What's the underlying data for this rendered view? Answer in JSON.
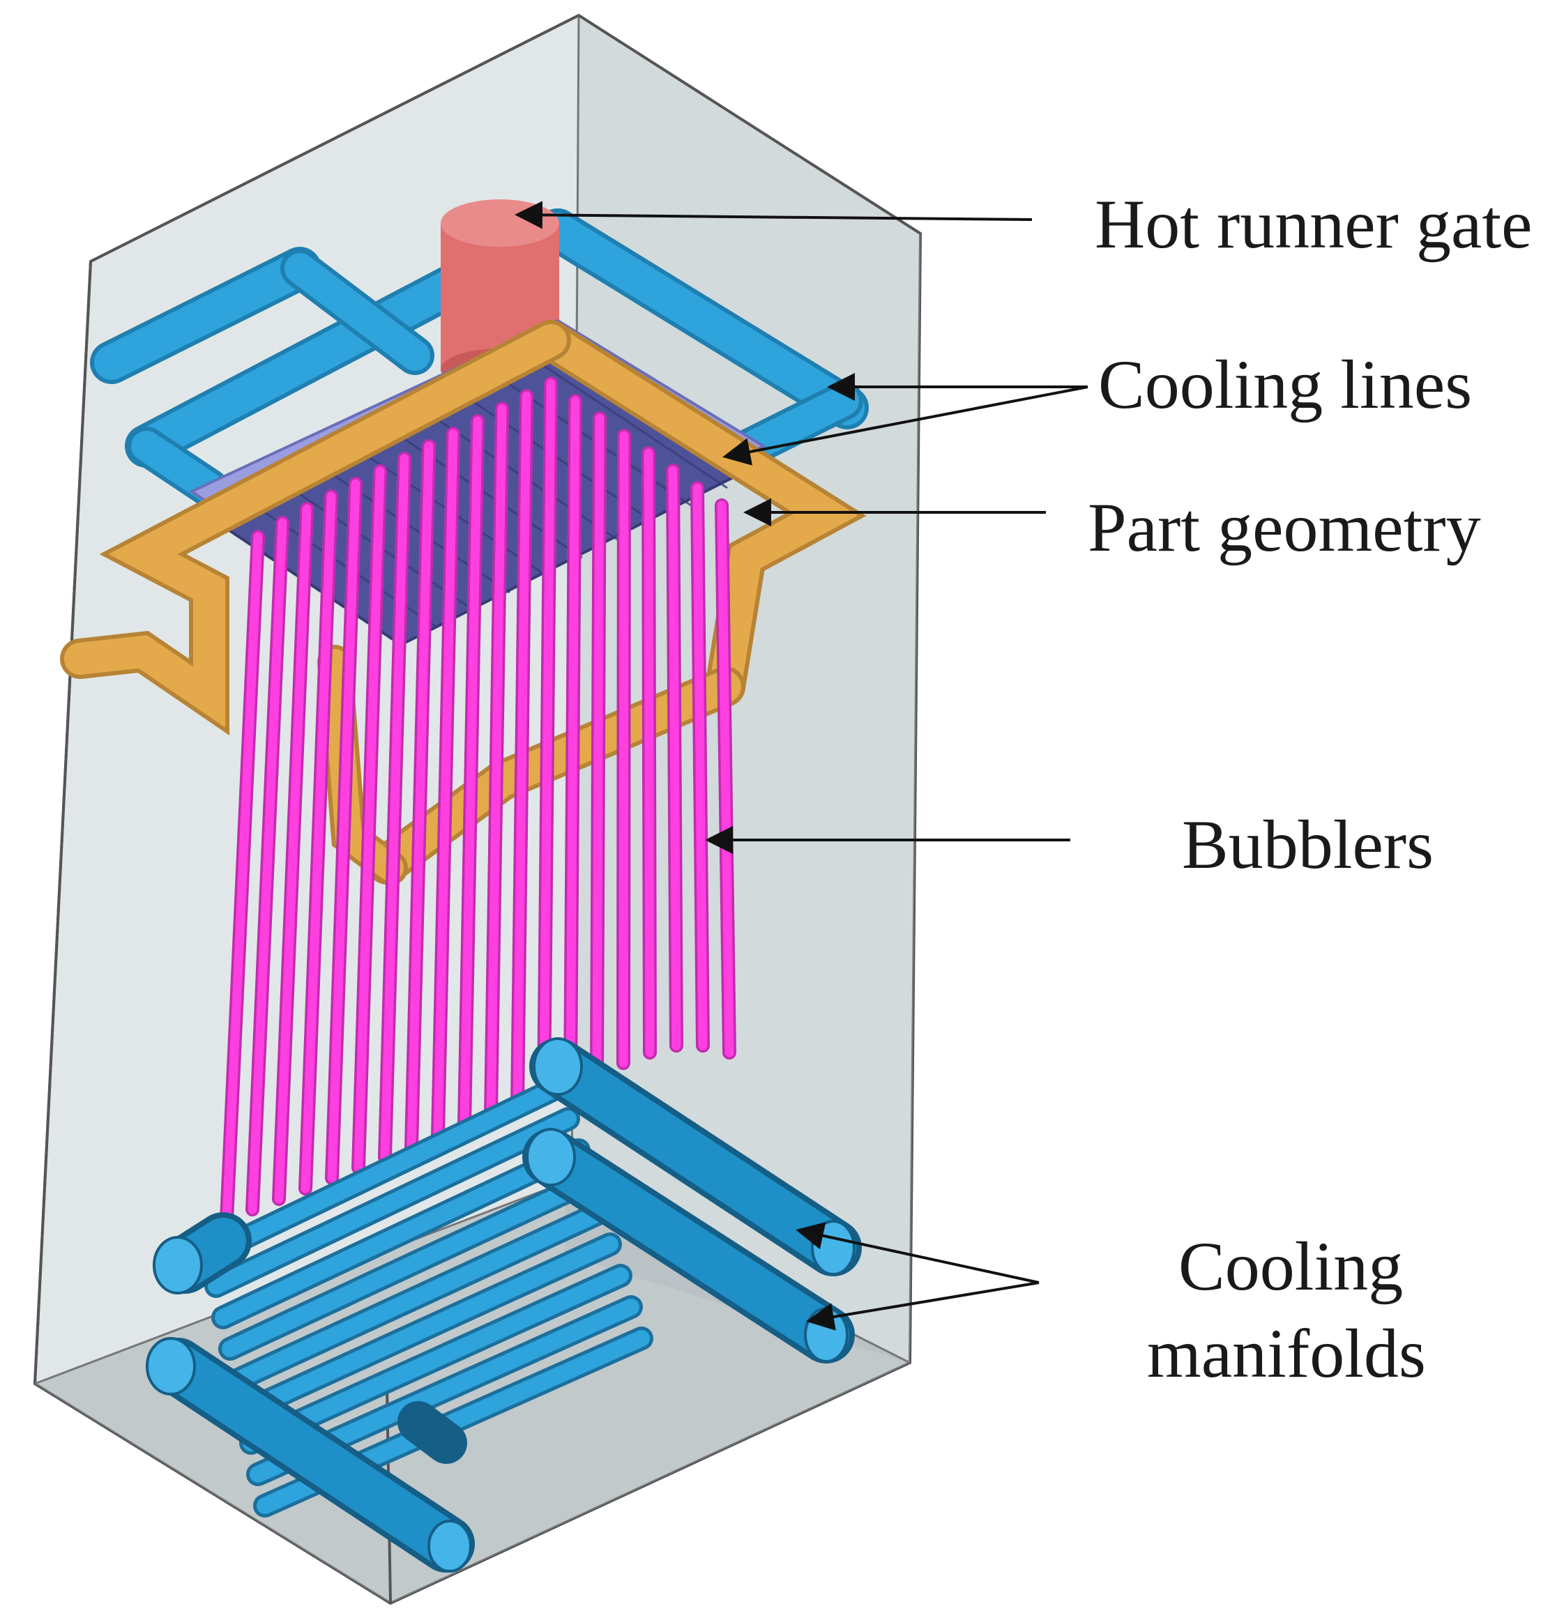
{
  "labels": {
    "hot_runner_gate": "Hot runner gate",
    "cooling_lines": "Cooling lines",
    "part_geometry": "Part geometry",
    "bubblers": "Bubblers",
    "cooling_manifolds_line1": "Cooling",
    "cooling_manifolds_line2": "manifolds"
  },
  "colors": {
    "mold_box": "#c9d3d6",
    "cooling_lines": "#2ea3dc",
    "part_cooling_line": "#e4a94a",
    "hot_runner_gate": "#e07070",
    "part_geometry": "#5a5fa8",
    "bubblers": "#ff3fe0",
    "manifolds": "#1f8fc7"
  }
}
